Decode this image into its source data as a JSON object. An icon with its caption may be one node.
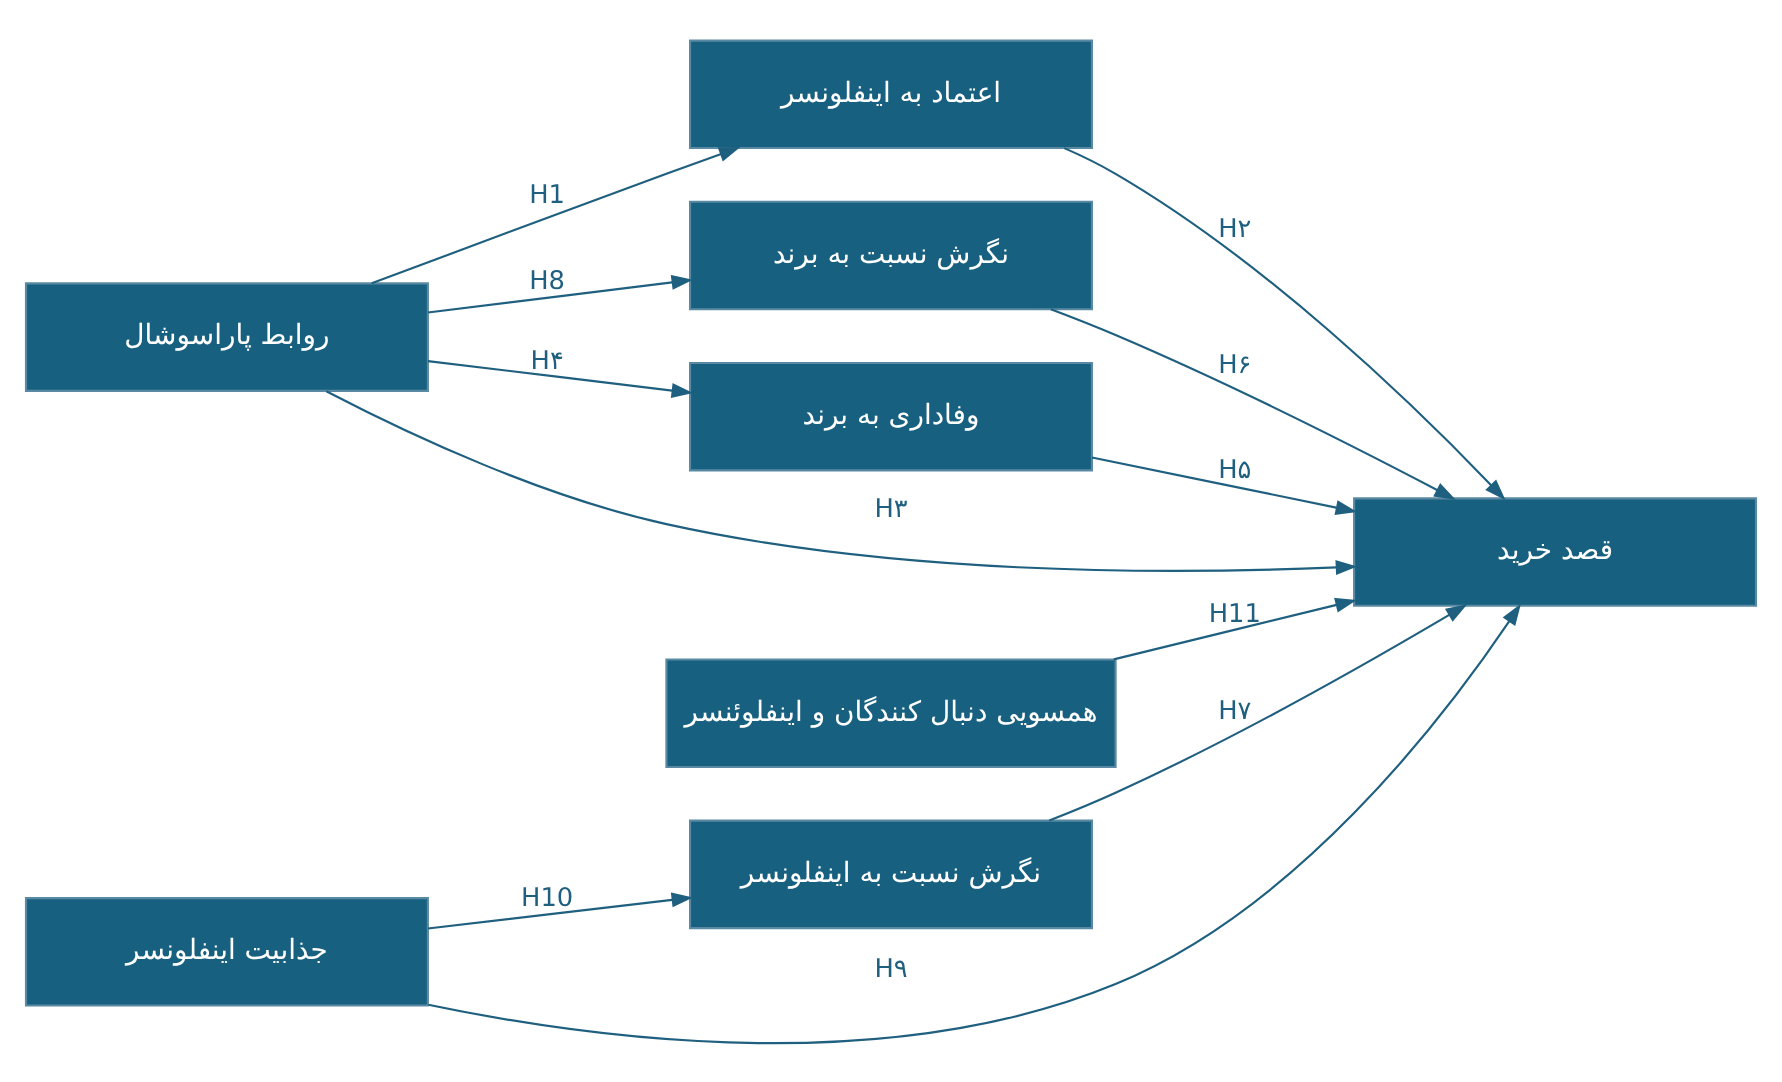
{
  "diagram": {
    "nodes": [
      {
        "text": [
          "روابط پاراسوشال"
        ]
      },
      {
        "text": [
          "اعتماد به اینفلونسر"
        ]
      },
      {
        "text": [
          "نگرش نسبت به برند"
        ]
      },
      {
        "text": [
          "وفاداری به برند"
        ]
      },
      {
        "text": [
          "همسویی دنبال کنندگان و اینفلوئنسر"
        ]
      },
      {
        "text": [
          "جذابیت اینفلونسر"
        ]
      },
      {
        "text": [
          "نگرش نسبت به اینفلونسر"
        ]
      },
      {
        "text": [
          "قصد خرید"
        ]
      }
    ],
    "edges": [
      {
        "from": 0,
        "to": 1,
        "arrow": "to",
        "label": "H1"
      },
      {
        "from": 1,
        "to": 7,
        "arrow": "to",
        "label": "H۲"
      },
      {
        "from": 0,
        "to": 7,
        "arrow": "to",
        "label": "H۳"
      },
      {
        "from": 0,
        "to": 2,
        "arrow": "to",
        "label": "H8"
      },
      {
        "from": 0,
        "to": 3,
        "arrow": "to",
        "label": "H۴"
      },
      {
        "from": 2,
        "to": 7,
        "arrow": "to",
        "label": "H۶"
      },
      {
        "from": 3,
        "to": 7,
        "arrow": "to",
        "label": "H۵"
      },
      {
        "from": 4,
        "to": 7,
        "arrow": "to",
        "label": "H11"
      },
      {
        "from": 5,
        "to": 7,
        "arrow": "to",
        "label": "H۹"
      },
      {
        "from": 5,
        "to": 6,
        "arrow": "to",
        "label": "H10"
      },
      {
        "from": 6,
        "to": 7,
        "arrow": "to",
        "label": "H۷"
      }
    ]
  }
}
